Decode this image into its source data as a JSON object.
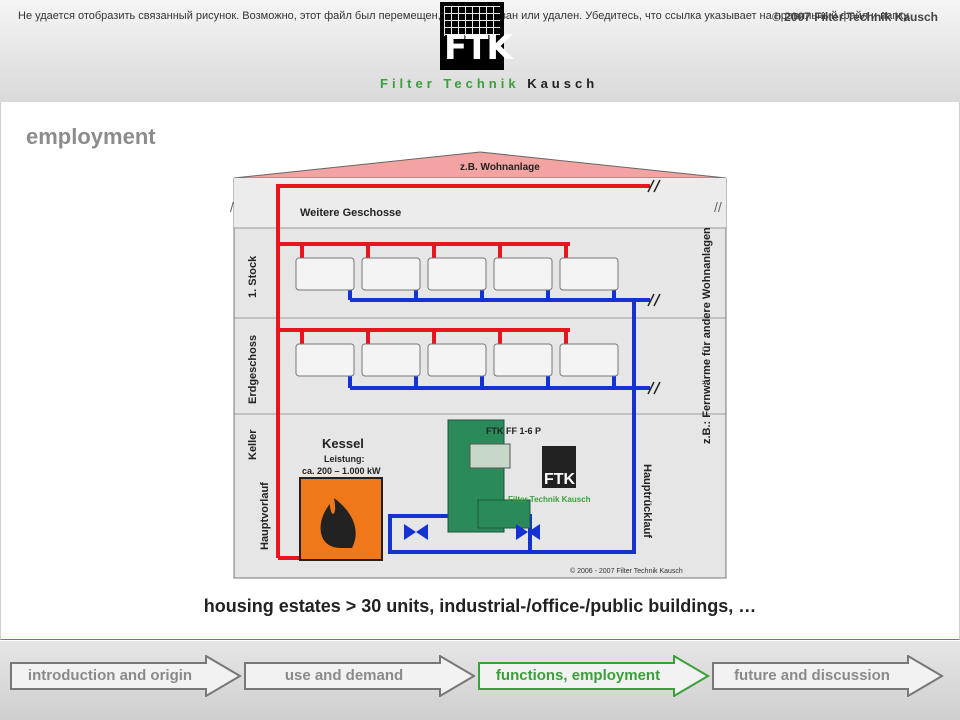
{
  "header": {
    "broken_image_text": "Не удается отобразить связанный рисунок. Возможно, этот файл был перемещен, переименован или удален. Убедитесь, что ссылка указывает на правильный файл и папку.",
    "copyright": "© 2007 Filter Technik Kausch",
    "logo_text": "FTK",
    "logo_caption_main": "Filter Technik",
    "logo_caption_k": "Kausch"
  },
  "page": {
    "title": "employment",
    "subtitle": "housing estates > 30 units, industrial-/office-/public buildings, …"
  },
  "diagram": {
    "roof_label": "z.B. Wohnanlage",
    "upper_floors": "Weitere Geschosse",
    "floor_1": "1. Stock",
    "ground_floor": "Erdgeschoss",
    "cellar": "Keller",
    "main_supply": "Hauptvorlauf",
    "main_return": "Hauptrücklauf",
    "district_heating": "z.B.: Fernwärme für andere Wohnanlagen",
    "boiler_title": "Kessel",
    "boiler_power_label": "Leistung:",
    "boiler_power_value": "ca. 200 – 1.000 kW",
    "device_label": "FTK FF 1-6 P",
    "device_logo": "FTK",
    "device_logo_caption": "Filter Technik Kausch",
    "copyright": "© 2006 - 2007 Filter Technik Kausch"
  },
  "nav": {
    "items": [
      {
        "label": "introduction and origin"
      },
      {
        "label": "use and demand"
      },
      {
        "label": "functions, employment"
      },
      {
        "label": "future and discussion"
      }
    ]
  },
  "colors": {
    "supply": "#e8141e",
    "return": "#1432d2",
    "active": "#3aa03a"
  }
}
